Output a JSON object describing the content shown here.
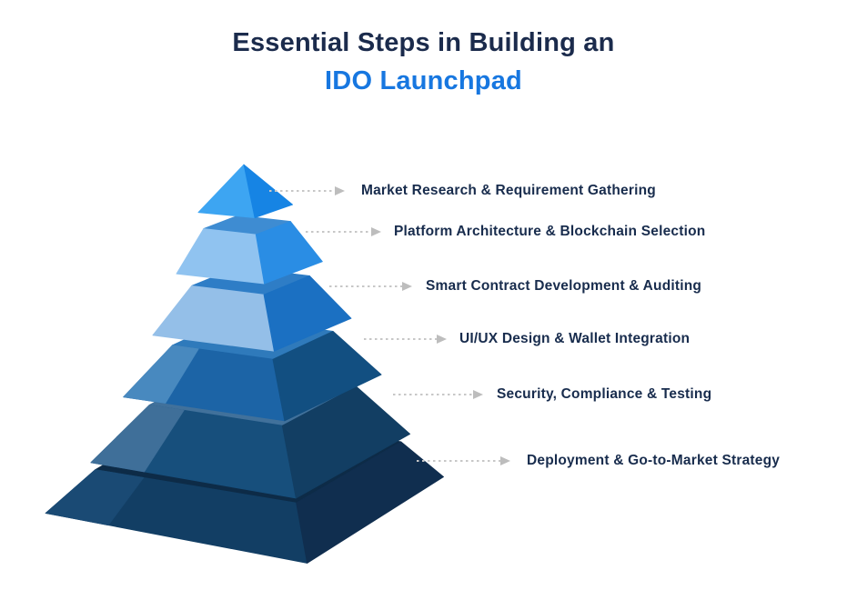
{
  "title": {
    "line1": "Essential Steps in Building an",
    "line2": "IDO Launchpad"
  },
  "colors": {
    "background": "#ffffff",
    "title_primary": "#1b2b4c",
    "title_accent": "#1777e0",
    "label_text": "#182c4d",
    "leader_line": "#c7c7c7",
    "arrow": "#bdbdbd"
  },
  "pyramid": {
    "type": "layered-pyramid",
    "tier_count": 6,
    "tiers": [
      {
        "label": "Market Research & Requirement Gathering",
        "colors": {
          "left": "#3da5f2",
          "right": "#1684e4",
          "top": null,
          "strip": null
        }
      },
      {
        "label": "Platform Architecture & Blockchain Selection",
        "colors": {
          "left": "#90c3f0",
          "right": "#2a8de4",
          "top": "#3e8cd2",
          "strip": null
        }
      },
      {
        "label": "Smart Contract Development & Auditing",
        "colors": {
          "left": "#94bfe8",
          "right": "#1b70c2",
          "top": "#2e7dc6",
          "strip": null
        }
      },
      {
        "label": "UI/UX Design & Wallet Integration",
        "colors": {
          "left": "#1c64a6",
          "right": "#124f81",
          "top": "#2f7abb",
          "strip": "#4889bf"
        }
      },
      {
        "label": "Security, Compliance & Testing",
        "colors": {
          "left": "#174f7c",
          "right": "#123e63",
          "top": "#41719b",
          "strip": "#3f6f99"
        }
      },
      {
        "label": "Deployment & Go-to-Market Strategy",
        "colors": {
          "left": "#123e64",
          "right": "#102e4f",
          "top": "#0d2b47",
          "strip": "#1a4a74"
        }
      }
    ]
  }
}
